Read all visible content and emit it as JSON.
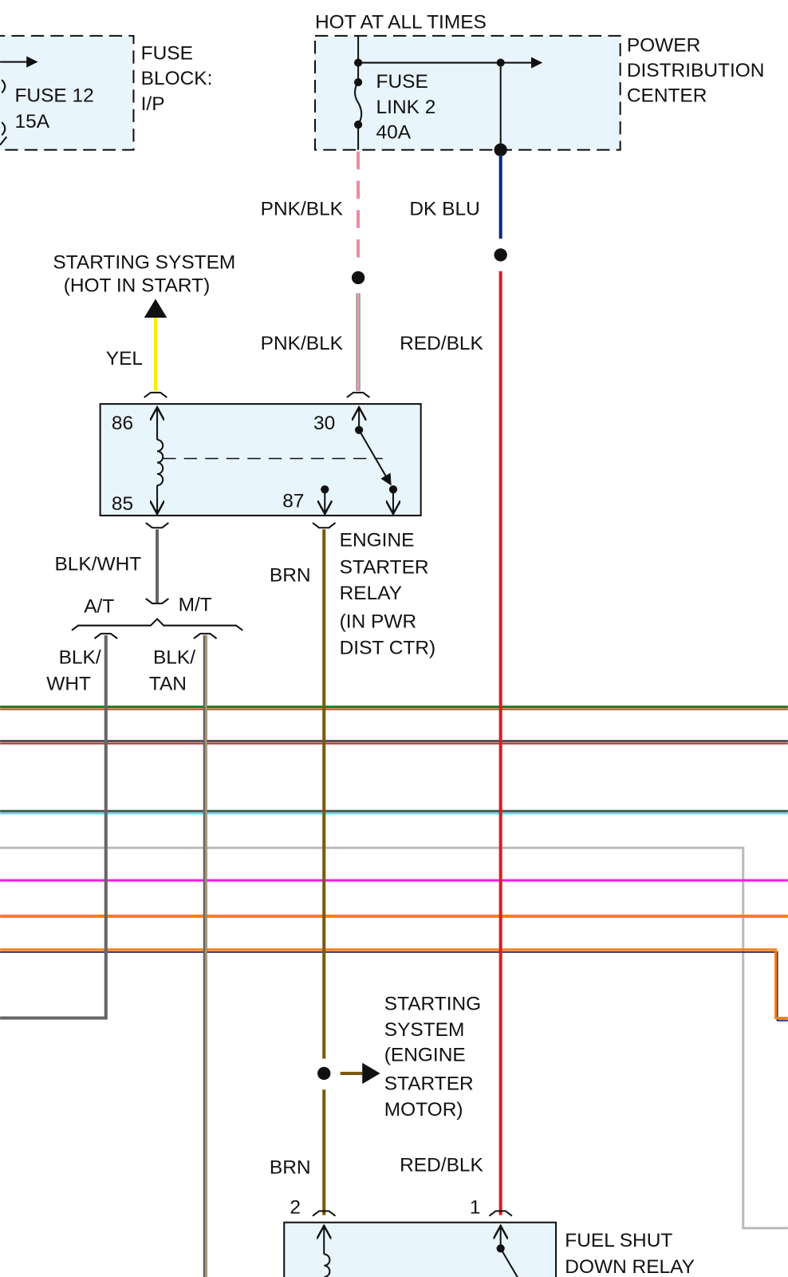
{
  "fuse_block": {
    "title_lines": [
      "FUSE",
      "BLOCK:",
      "I/P"
    ],
    "fuse_label": "FUSE 12",
    "fuse_rating": "15A"
  },
  "pdc": {
    "header": "HOT AT ALL TIMES",
    "title_lines": [
      "POWER",
      "DISTRIBUTION",
      "CENTER"
    ],
    "fuse_lines": [
      "FUSE",
      "LINK 2",
      "40A"
    ]
  },
  "wires": {
    "pnk_blk_upper": "PNK/BLK",
    "pnk_blk_lower": "PNK/BLK",
    "dk_blu": "DK BLU",
    "red_blk_upper": "RED/BLK",
    "red_blk_lower": "RED/BLK",
    "yel": "YEL",
    "blk_wht": "BLK/WHT",
    "brn_upper": "BRN",
    "brn_lower": "BRN",
    "at_label": "A/T",
    "mt_label": "M/T",
    "at_wire_lines": [
      "BLK/",
      "WHT"
    ],
    "mt_wire_lines": [
      "BLK/",
      "TAN"
    ]
  },
  "starting_system_hot": [
    "STARTING SYSTEM",
    "(HOT IN START)"
  ],
  "starter_relay": {
    "pins": {
      "p86": "86",
      "p85": "85",
      "p30": "30",
      "p87": "87"
    },
    "title_lines": [
      "ENGINE",
      "STARTER",
      "RELAY",
      "(IN PWR",
      "DIST CTR)"
    ]
  },
  "starter_motor_ref": [
    "STARTING",
    "SYSTEM",
    "(ENGINE",
    "STARTER",
    "MOTOR)"
  ],
  "fuel_relay": {
    "pin2": "2",
    "pin1": "1",
    "title_lines": [
      "FUEL SHUT",
      "DOWN RELAY"
    ]
  },
  "colors": {
    "box_fill": "#e9f5fc",
    "pink": "#f08aa0",
    "dk_blue": "#0a2a80",
    "red": "#d42020",
    "yellow": "#f4f000",
    "brown": "#7a5a10",
    "gray": "#666666",
    "tan": "#b8a070",
    "green": "#1a7a1a",
    "cyan": "#40e0f0",
    "light_gray": "#bbbbbb",
    "magenta": "#f020e0",
    "orange": "#ff8010",
    "navy": "#303070"
  }
}
